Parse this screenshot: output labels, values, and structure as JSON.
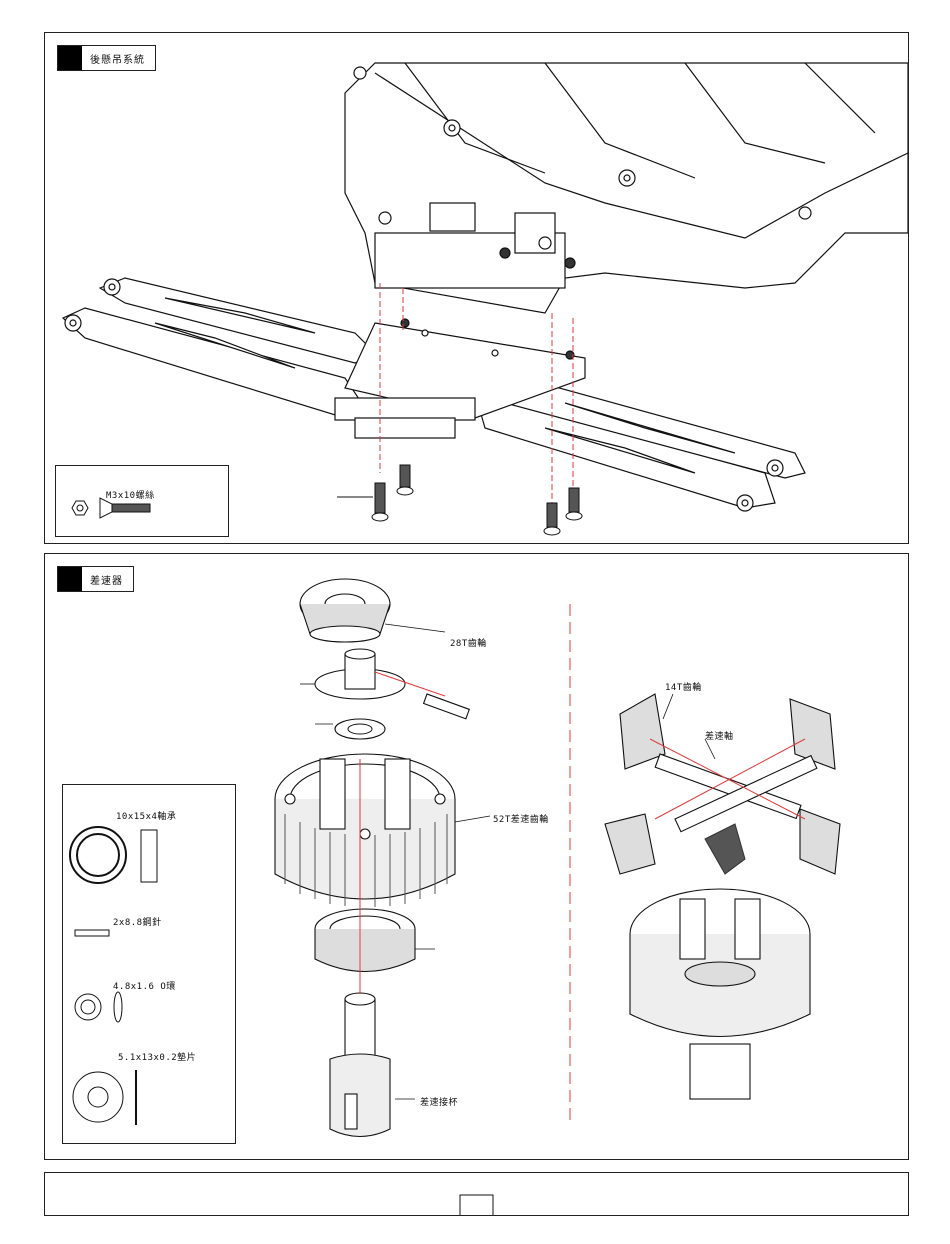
{
  "section1": {
    "title": "後懸吊系統",
    "screw_label": "M3x10螺絲"
  },
  "section2": {
    "title": "差速器",
    "labels": {
      "gear28": "28T齒輪",
      "gear52": "52T差速齒輪",
      "cup": "差速接杯",
      "gear14": "14T齒輪",
      "shaft": "差速軸"
    },
    "parts": [
      {
        "label": "10x15x4軸承",
        "icon": "bearing-icon"
      },
      {
        "label": "2x8.8鋼針",
        "icon": "pin-icon"
      },
      {
        "label": "4.8x1.6 O環",
        "icon": "o-ring-icon"
      },
      {
        "label": "5.1x13x0.2墊片",
        "icon": "washer-icon"
      }
    ]
  },
  "colors": {
    "guide_line": "#e23a3a",
    "ink": "#111111",
    "shade": "#555555"
  }
}
